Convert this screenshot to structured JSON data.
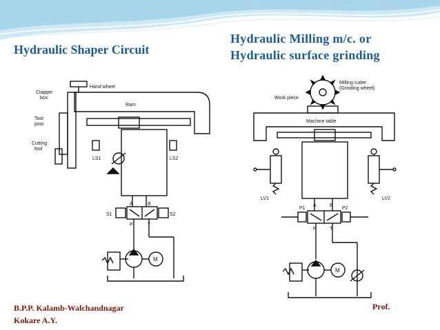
{
  "slide": {
    "title_left": "Hydraulic Shaper Circuit",
    "title_right_line1": "Hydraulic  Milling  m/c.  or",
    "title_right_line2": "Hydraulic surface grinding",
    "footer_left_line1": "B.P.P. Kalamb-Walchandnagar",
    "footer_left_line2": "Kokare A.Y.",
    "footer_right": "Prof.",
    "colors": {
      "title": "#1f5a8c",
      "footer": "#7b1a12",
      "wave": "#a9d5ec"
    }
  },
  "shaper_diagram": {
    "labels": {
      "clapper_box": [
        "Clapper",
        "box"
      ],
      "hand_wheel": "Hand wheel",
      "ram": "Ram",
      "tool_post": [
        "Tool",
        "post"
      ],
      "cutting_tool": [
        "Cutting",
        "tool"
      ],
      "ls1": "LS1",
      "ls2": "LS2",
      "port_a": "A",
      "port_b": "B",
      "port_p": "P",
      "port_t": "T",
      "s1": "S1",
      "s2": "S2",
      "motor": "M"
    }
  },
  "milling_diagram": {
    "labels": {
      "milling_cutter": [
        "Milling cutter",
        "(Grinding wheel)"
      ],
      "work_piece": "Work piece",
      "machine_table": "Machine table",
      "lv1": "LV1",
      "lv2": "LV2",
      "p1": "P1",
      "p2": "P2",
      "port_a": "A",
      "port_b": "B",
      "port_p": "P",
      "port_t": "T",
      "motor": "M"
    }
  }
}
